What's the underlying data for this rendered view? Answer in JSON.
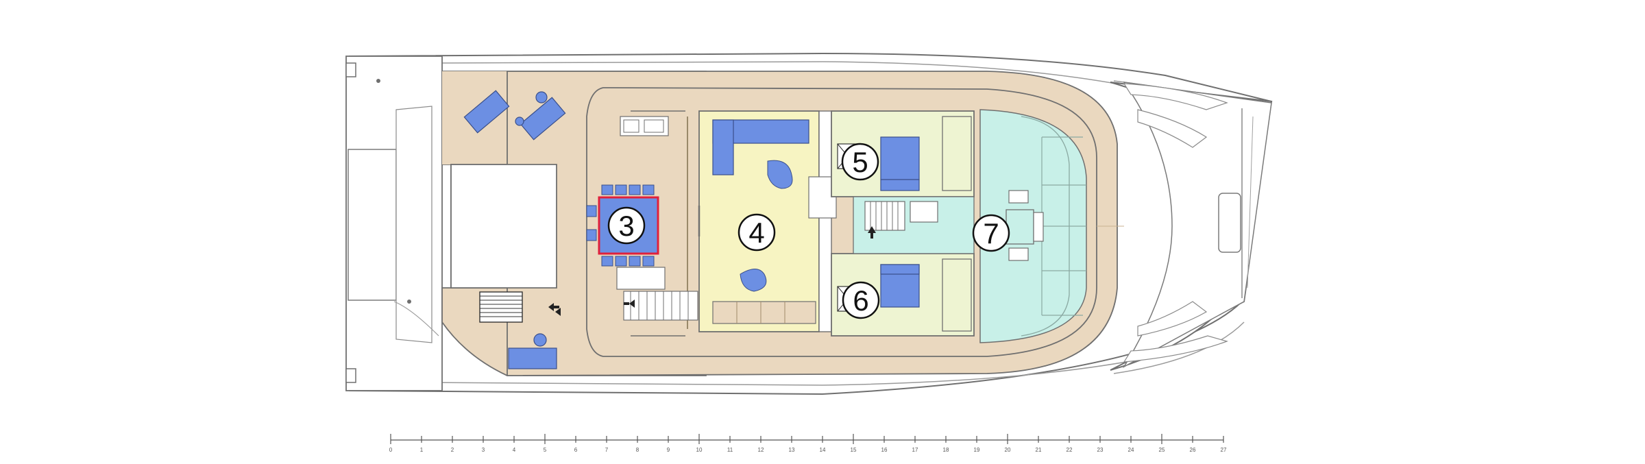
{
  "colors": {
    "deck": "#ead8bf",
    "saloon": "#f7f4c2",
    "cabin": "#eef4d2",
    "cockpit": "#c8f0e8",
    "furniture": "#6c8fe3",
    "hull_line": "#6f6f6f",
    "dining_highlight": "#e0203b"
  },
  "zones": [
    {
      "id": "dining",
      "label": "3"
    },
    {
      "id": "saloon",
      "label": "4"
    },
    {
      "id": "cabin-port",
      "label": "5"
    },
    {
      "id": "cabin-starboard",
      "label": "6"
    },
    {
      "id": "cockpit",
      "label": "7"
    }
  ],
  "scale": {
    "ticks": [
      "0",
      "1",
      "2",
      "3",
      "4",
      "5",
      "6",
      "7",
      "8",
      "9",
      "10",
      "11",
      "12",
      "13",
      "14",
      "15",
      "16",
      "17",
      "18",
      "19",
      "20",
      "21",
      "22",
      "23",
      "24",
      "25",
      "26",
      "27"
    ]
  }
}
